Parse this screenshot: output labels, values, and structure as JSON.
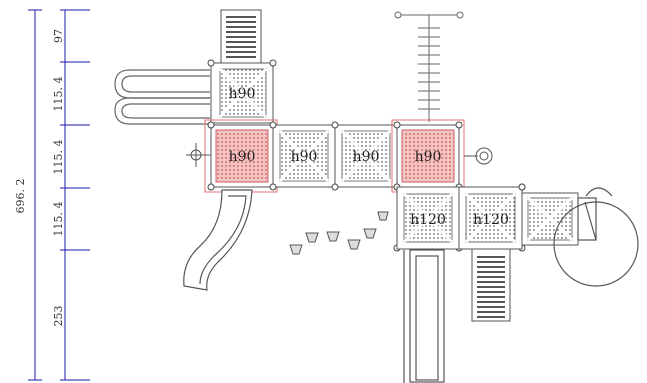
{
  "dimensions": {
    "total": "696. 2",
    "segments": [
      "97",
      "115. 4",
      "115. 4",
      "115. 4",
      "253"
    ]
  },
  "decks": [
    {
      "id": "deck-top-left",
      "label": "h90",
      "highlighted": false
    },
    {
      "id": "deck-left",
      "label": "h90",
      "highlighted": true
    },
    {
      "id": "deck-center-1",
      "label": "h90",
      "highlighted": false
    },
    {
      "id": "deck-center-2",
      "label": "h90",
      "highlighted": false
    },
    {
      "id": "deck-right",
      "label": "h90",
      "highlighted": true
    },
    {
      "id": "deck-lower-1",
      "label": "h120",
      "highlighted": false
    },
    {
      "id": "deck-lower-2",
      "label": "h120",
      "highlighted": false
    },
    {
      "id": "deck-lower-3",
      "label": "",
      "highlighted": false
    }
  ],
  "colors": {
    "line": "#555555",
    "dimension": "#1a1aa6",
    "highlight": "#e07070",
    "highlight_fill": "#f2b8b8"
  }
}
